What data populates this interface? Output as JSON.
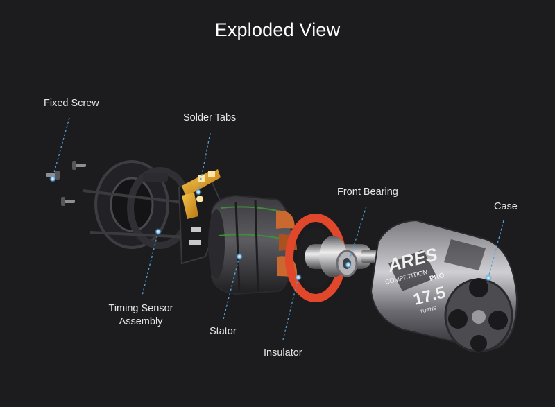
{
  "title": "Exploded View",
  "labels": {
    "fixed_screw": "Fixed Screw",
    "solder_tabs": "Solder Tabs",
    "front_bearing": "Front Bearing",
    "case": "Case",
    "timing_sensor_line1": "Timing Sensor",
    "timing_sensor_line2": "Assembly",
    "stator": "Stator",
    "insulator": "Insulator"
  },
  "product_marks": {
    "brand": "ARES",
    "sub": "COMPETITION",
    "pro": "PRO",
    "turns": "17.5",
    "turns_label": "TURNS"
  },
  "colors": {
    "background": "#1c1c1e",
    "leader_line": "#4fa3d8",
    "insulator": "#e0472b",
    "copper": "#c9682f",
    "gold": "#e5a11b",
    "metal": "#9a9a9e"
  }
}
